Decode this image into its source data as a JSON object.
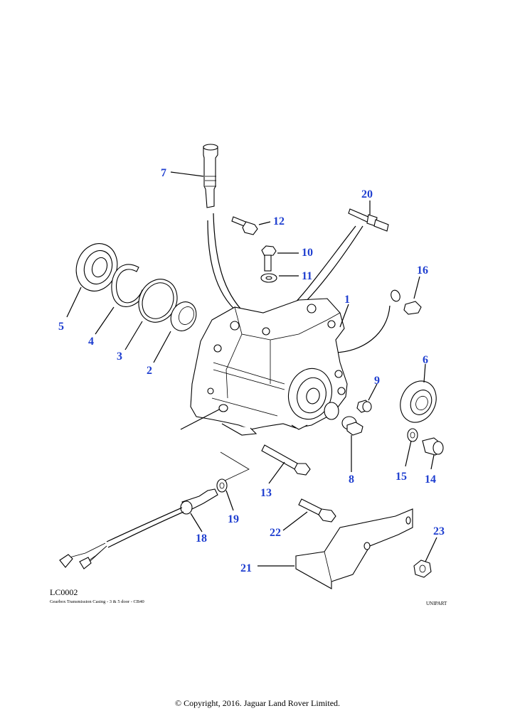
{
  "diagram": {
    "reference_code": "LC0002",
    "caption": "Gearbox Transmission Casing - 3 & 5 door - CB40",
    "brand": "UNIPART",
    "copyright": "© Copyright, 2016. Jaguar Land Rover Limited.",
    "label_color": "#1f3fd0",
    "part_numbers": [
      "1",
      "2",
      "3",
      "4",
      "5",
      "6",
      "7",
      "8",
      "9",
      "10",
      "11",
      "12",
      "13",
      "14",
      "15",
      "16",
      "18",
      "19",
      "20",
      "21",
      "22",
      "23"
    ]
  }
}
